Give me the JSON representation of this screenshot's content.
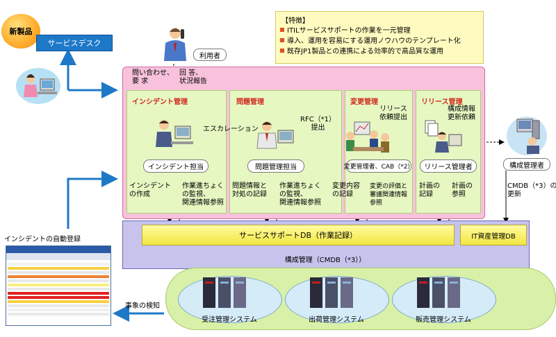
{
  "badge": "新製品",
  "service_desk": "サービスデスク",
  "features": {
    "heading": "【特徴】",
    "items": [
      "ITILサービスサポートの作業を一元管理",
      "導入、運用を容易にする運用ノウハウのテンプレート化",
      "既存JP1製品との連携による効率的で高品質な運用"
    ]
  },
  "user": {
    "label": "利用者",
    "inquiry": [
      "問い合わせ、",
      "要 求"
    ],
    "answer": [
      "回 答、",
      "状況報告"
    ]
  },
  "processes": [
    {
      "title": "インシデント管理",
      "role": "インシデント担当",
      "left_note": [
        "インシデント",
        "の作成"
      ],
      "right_note": [
        "作業進ちょく",
        "の監視、",
        "関連情報参照"
      ]
    },
    {
      "title": "問題管理",
      "role": "問題管理担当",
      "left_note": [
        "問題情報と",
        "対処の記録"
      ],
      "right_note": [
        "作業進ちょく",
        "の監視、",
        "関連情報参照"
      ]
    },
    {
      "title": "変更管理",
      "role": "変更管理者、CAB（*2）",
      "left_note": [
        "変更内容",
        "の記録"
      ],
      "right_note": [
        "変更の評価と",
        "審議関連情報",
        "参照"
      ]
    },
    {
      "title": "リリース管理",
      "role": "リリース管理者",
      "left_note": [
        "計画の",
        "記録"
      ],
      "right_note": [
        "計画の",
        "参照"
      ]
    }
  ],
  "flows": {
    "escalation": "エスカレーション",
    "rfc": [
      "RFC（*1）",
      "提出"
    ],
    "release_request": [
      "リリース",
      "依頼提出"
    ],
    "config_update_request": [
      "構成情報",
      "更新依頼"
    ]
  },
  "config_manager": {
    "label": "構成管理者",
    "note": [
      "CMDB（*3）の",
      "更新"
    ]
  },
  "databases": {
    "service_support": "サービスサポートDB（作業記録）",
    "it_asset": "IT資産管理DB",
    "cmdb": "構成管理（CMDB（*3））"
  },
  "auto_register": "インシデントの自動登録",
  "event_detect": "事象の検知",
  "systems": [
    "受注管理システム",
    "出荷管理システム",
    "販売管理システム"
  ],
  "colors": {
    "service_desk": "#1e78c8",
    "support_area": "#f8c2dc",
    "process_box": "#e6f7c2",
    "cmdb_area": "#c7c3ec",
    "db_yellow": "#f2e640",
    "arrow_blue": "#1e78c8",
    "title_red": "#d0281c"
  }
}
